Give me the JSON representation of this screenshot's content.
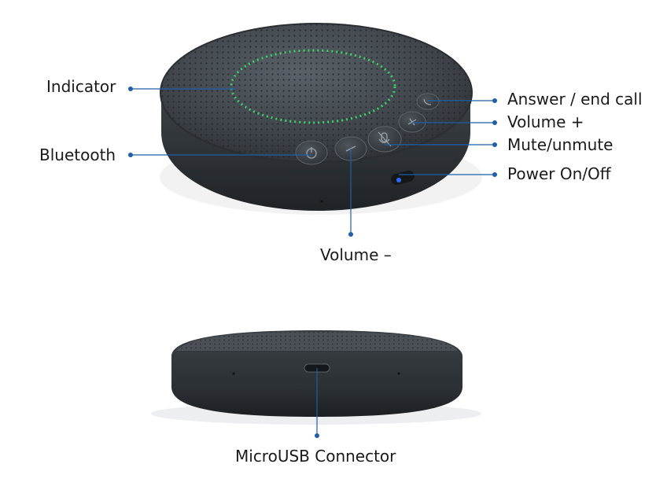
{
  "labels": {
    "indicator": "Indicator",
    "bluetooth": "Bluetooth",
    "answer_end_call": "Answer / end call",
    "volume_plus": "Volume +",
    "mute_unmute": "Mute/unmute",
    "power": "Power On/Off",
    "volume_minus": "Volume –",
    "micro_usb": "MicroUSB Connector"
  },
  "colors": {
    "callout": "#1f5fa8",
    "device_body": "#3a4046",
    "device_dark": "#25292d",
    "indicator_led": "#3fd06a",
    "power_led": "#2a6cff"
  },
  "icons": {
    "bluetooth_button": "power-icon",
    "volume_minus_button": "minus-icon",
    "mute_button": "mic-mute-icon",
    "volume_plus_button": "plus-icon",
    "answer_button": "phone-icon"
  }
}
